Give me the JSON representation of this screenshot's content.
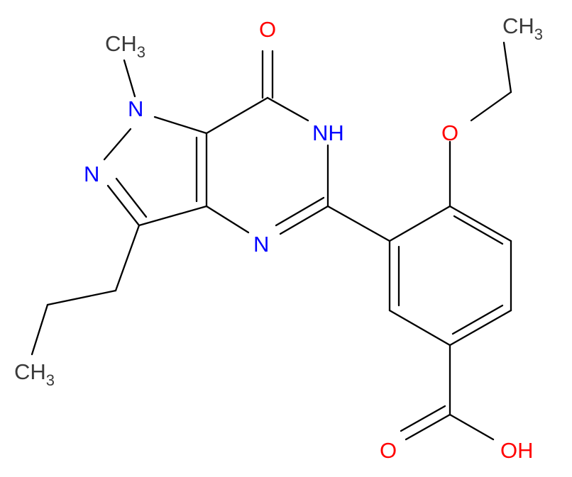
{
  "colors": {
    "bond": "#000000",
    "carbon_label": "#3a3a3a",
    "oxygen": "#ff0000",
    "nitrogen": "#0000ff",
    "background": "#ffffff"
  },
  "labels": {
    "methyl_top_right": {
      "main": "CH",
      "sub": "3"
    },
    "methyl_n": {
      "main": "CH",
      "sub": "3"
    },
    "methyl_propyl": {
      "main": "CH",
      "sub": "3"
    },
    "n1": "N",
    "n2": "N",
    "n4": "N",
    "nh": "NH",
    "o_carbonyl": "O",
    "o_ether": "O",
    "o_acid_double": "O",
    "oh_acid": "OH"
  }
}
